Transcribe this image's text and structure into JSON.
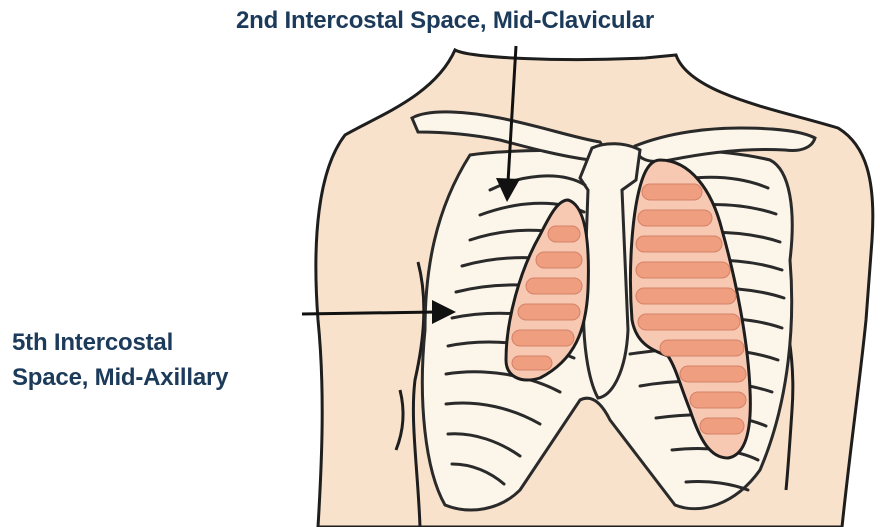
{
  "labels": {
    "top": "2nd Intercostal Space, Mid-Clavicular",
    "left_line1": "5th Intercostal",
    "left_line2": "Space, Mid-Axillary"
  },
  "colors": {
    "skin": "#f9e2cc",
    "bone": "#fbf5ea",
    "outline": "#1e1e1e",
    "lung": "#f7c9b2",
    "lung_rib": "#ef9f80",
    "label": "#1c3a5a",
    "arrow": "#111111"
  }
}
